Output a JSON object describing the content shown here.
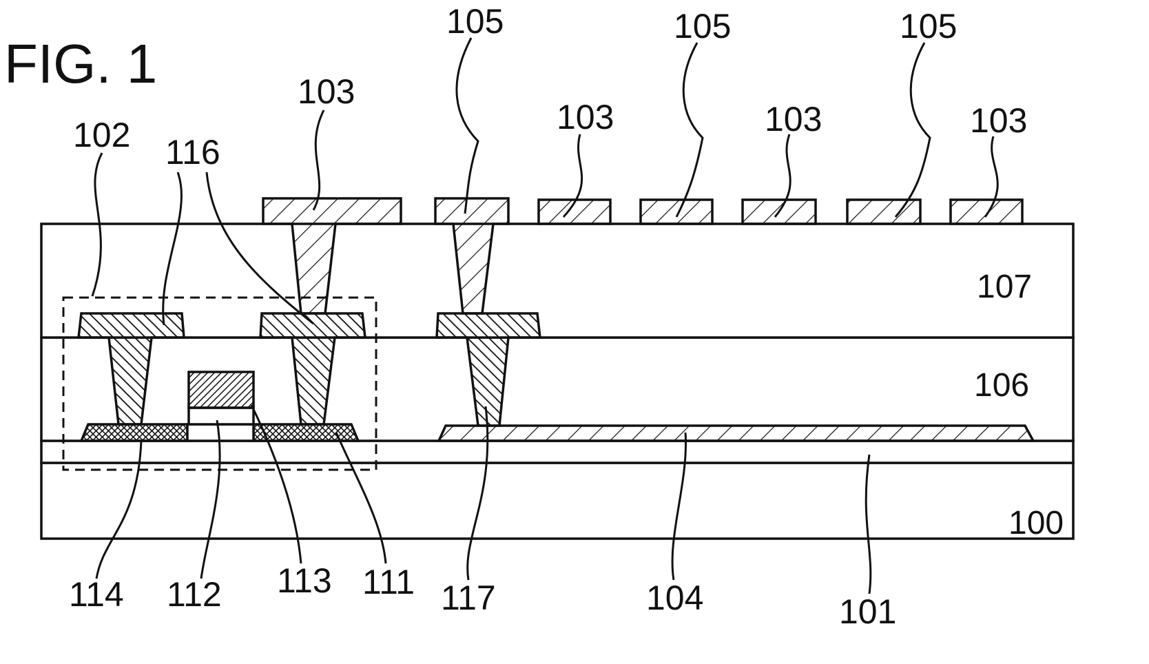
{
  "figure": {
    "title": "FIG. 1"
  },
  "labels": {
    "l100": "100",
    "l101": "101",
    "l102": "102",
    "l103a": "103",
    "l103b": "103",
    "l103c": "103",
    "l103d": "103",
    "l104": "104",
    "l105a": "105",
    "l105b": "105",
    "l105c": "105",
    "l106": "106",
    "l107": "107",
    "l111": "111",
    "l112": "112",
    "l113": "113",
    "l114": "114",
    "l116": "116",
    "l117": "117"
  }
}
